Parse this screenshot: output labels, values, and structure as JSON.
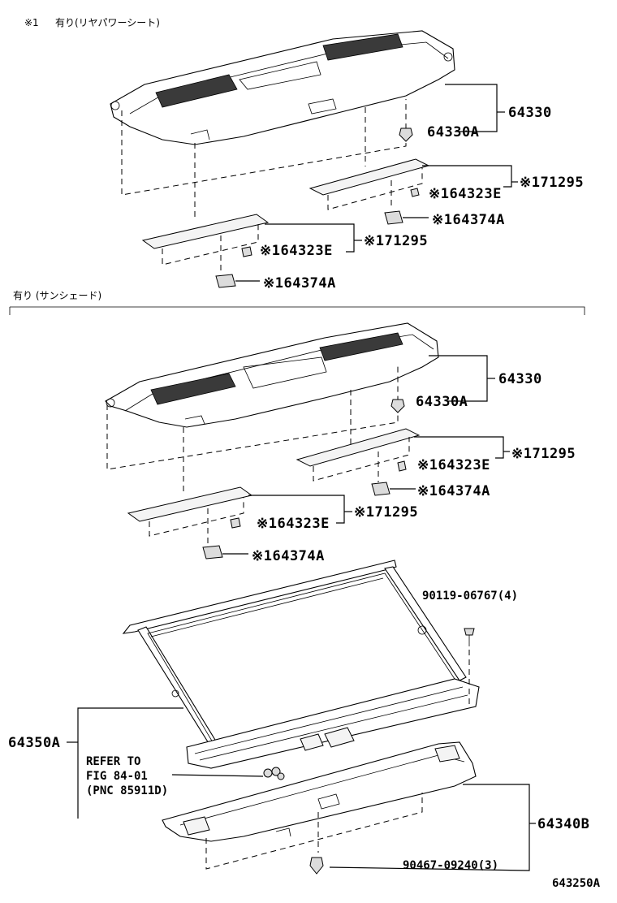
{
  "section1": {
    "note_mark": "※1",
    "note_text": "有り(リヤパワーシート)",
    "labels": {
      "trim_panel": "64330",
      "clip": "64330A",
      "cover_right": "※171295",
      "clip_right": "※164323E",
      "bracket_right": "※164374A",
      "cover_left": "※171295",
      "clip_left": "※164323E",
      "bracket_left": "※164374A"
    }
  },
  "section2": {
    "header": "有り (サンシェード)",
    "labels": {
      "trim_panel": "64330",
      "clip": "64330A",
      "cover_right": "※171295",
      "clip_right": "※164323E",
      "bracket_right": "※164374A",
      "cover_left": "※171295",
      "clip_left": "※164323E",
      "bracket_left": "※164374A"
    }
  },
  "section3": {
    "bolt": "90119-06767(4)",
    "sunshade": "64350A",
    "refer_line1": "REFER TO",
    "refer_line2": "FIG 84-01",
    "refer_line3": "(PNC 85911D)",
    "panel": "64340B",
    "clip": "90467-09240(3)"
  },
  "figure_code": "643250A"
}
